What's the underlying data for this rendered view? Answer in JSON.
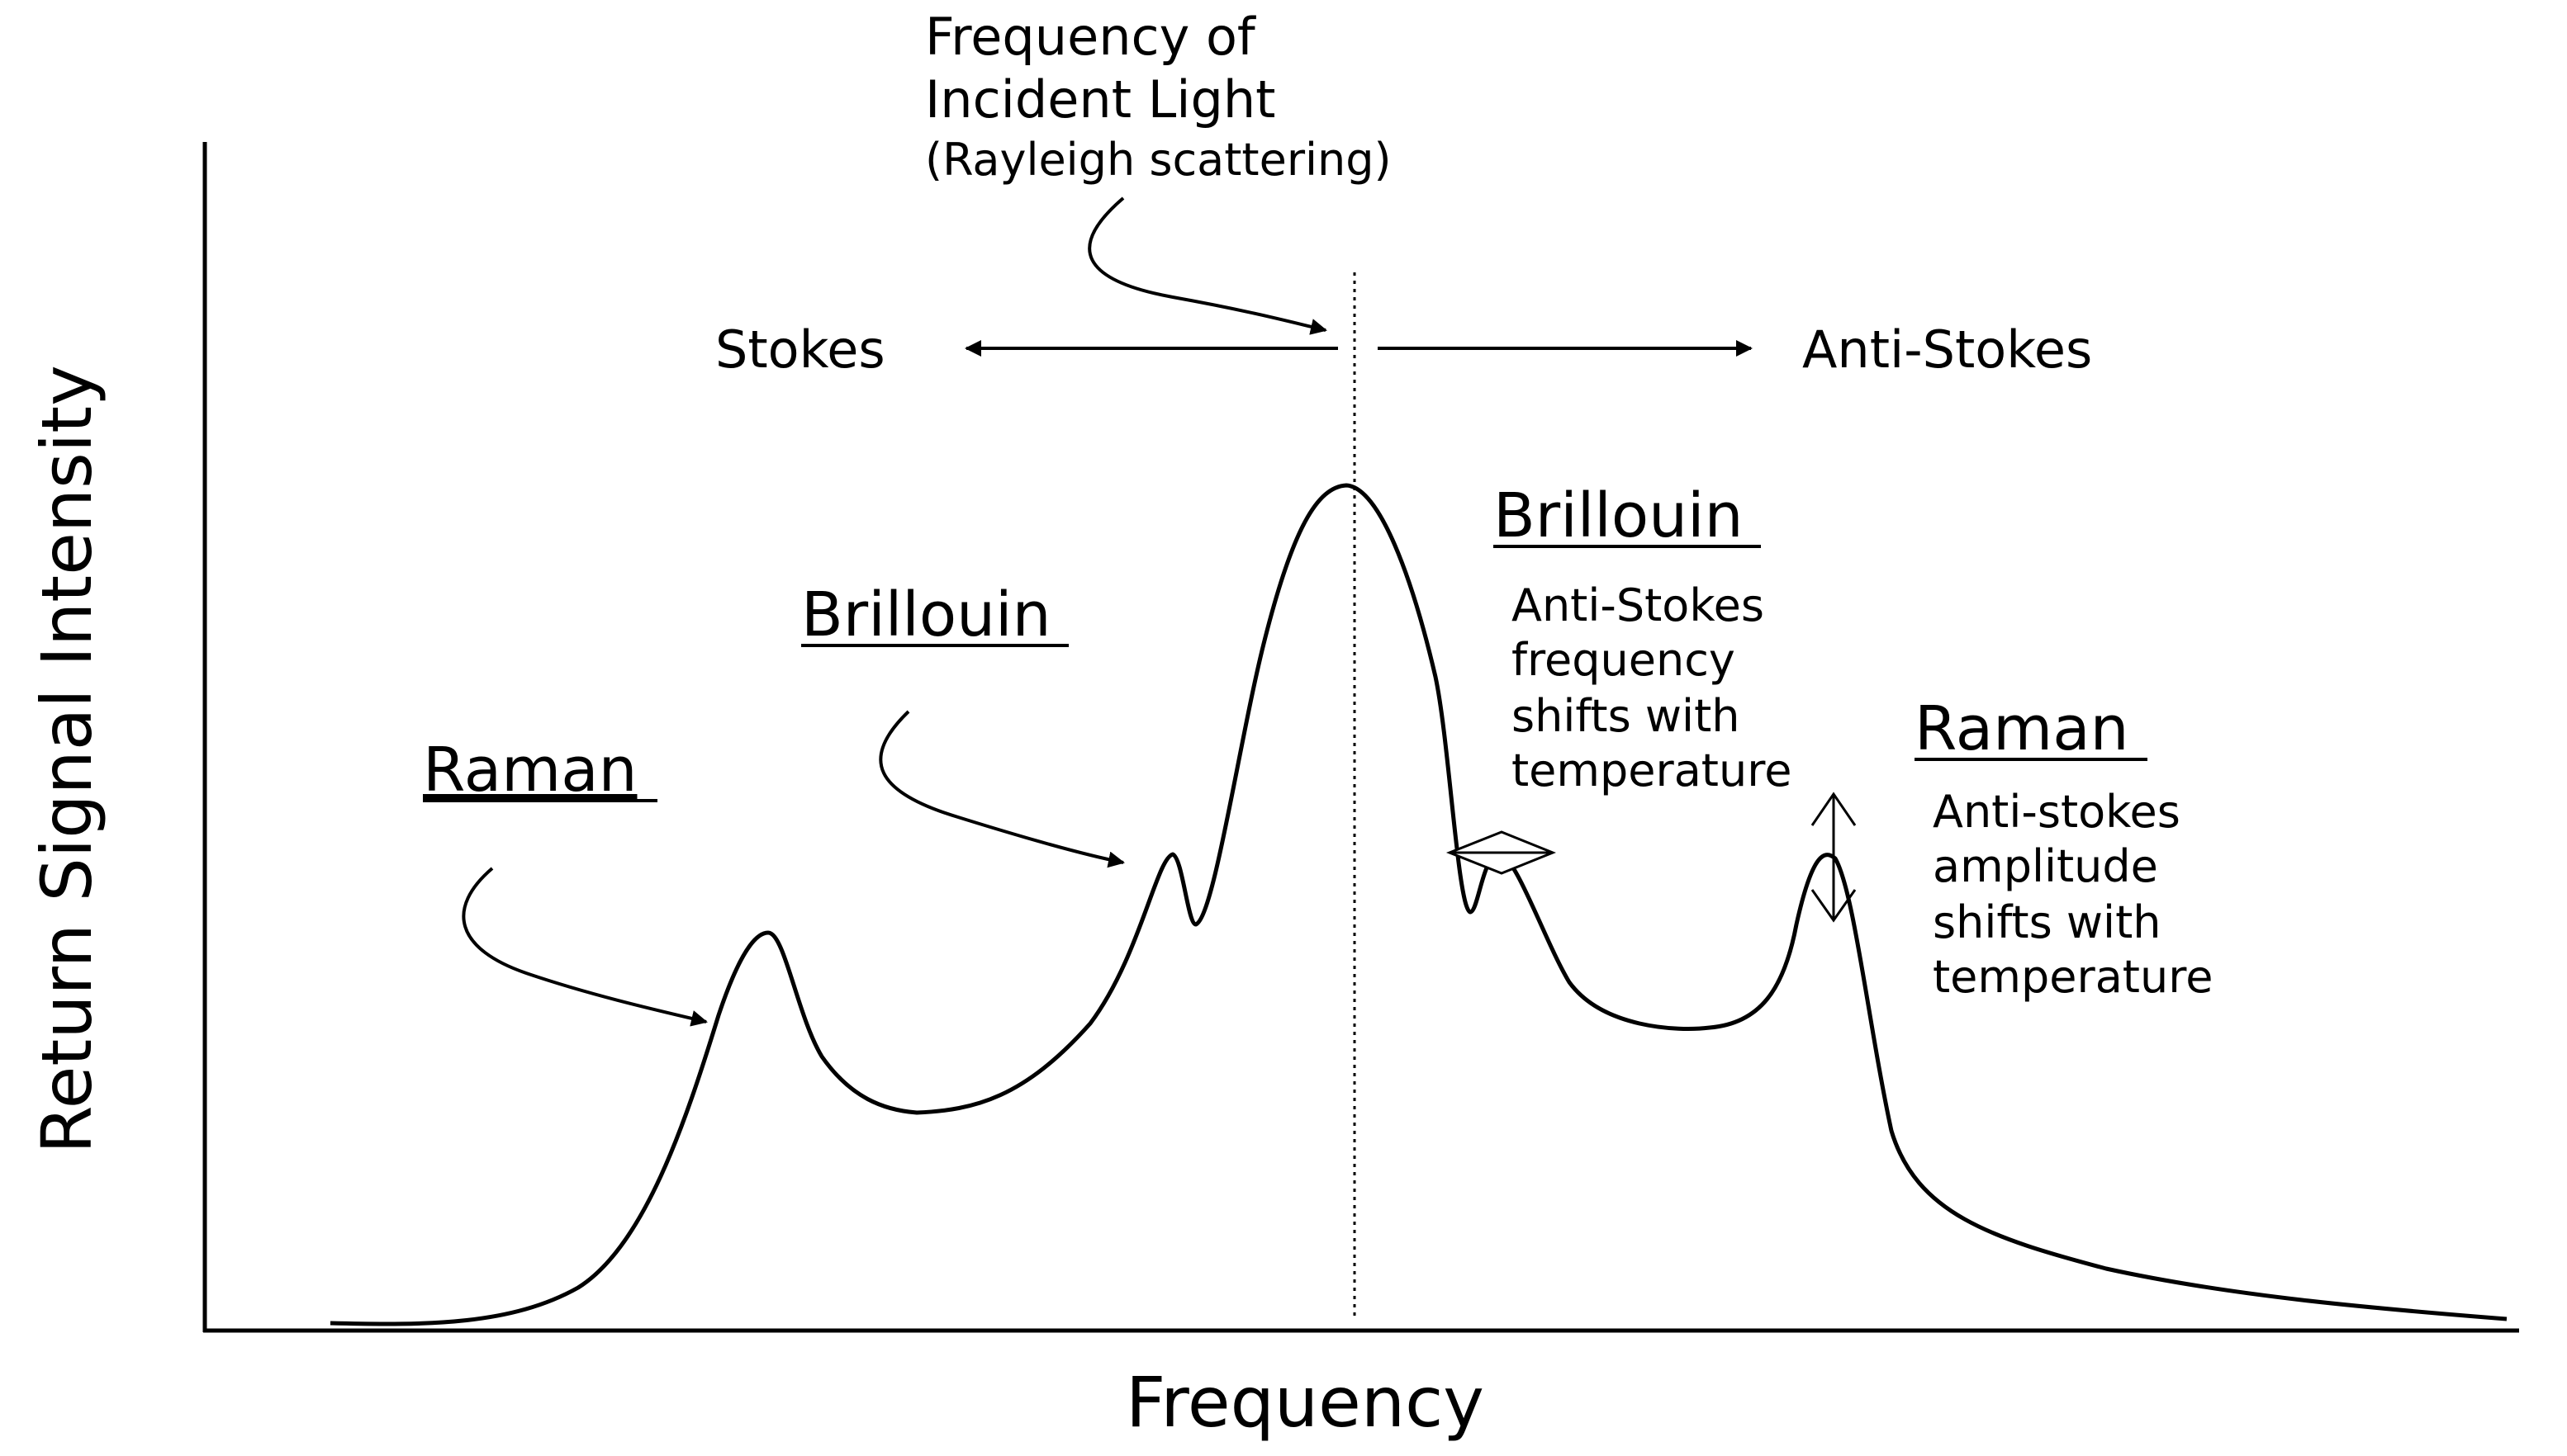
{
  "diagram": {
    "x_axis_label": "Frequency",
    "y_axis_label": "Return Signal Intensity",
    "incident_light": {
      "line1": "Frequency of",
      "line2": "Incident Light",
      "line3": "(Rayleigh scattering)"
    },
    "stokes_label": "Stokes",
    "anti_stokes_label": "Anti-Stokes",
    "raman_left": {
      "title": "Raman"
    },
    "brillouin_left": {
      "title": "Brillouin"
    },
    "brillouin_right": {
      "title": "Brillouin",
      "line1": "Anti-Stokes",
      "line2": "frequency",
      "line3": "shifts with",
      "line4": "temperature"
    },
    "raman_right": {
      "title": "Raman",
      "line1": "Anti-stokes",
      "line2": "amplitude",
      "line3": "shifts with",
      "line4": "temperature"
    },
    "colors": {
      "ink": "#000000",
      "background": "#ffffff"
    }
  }
}
